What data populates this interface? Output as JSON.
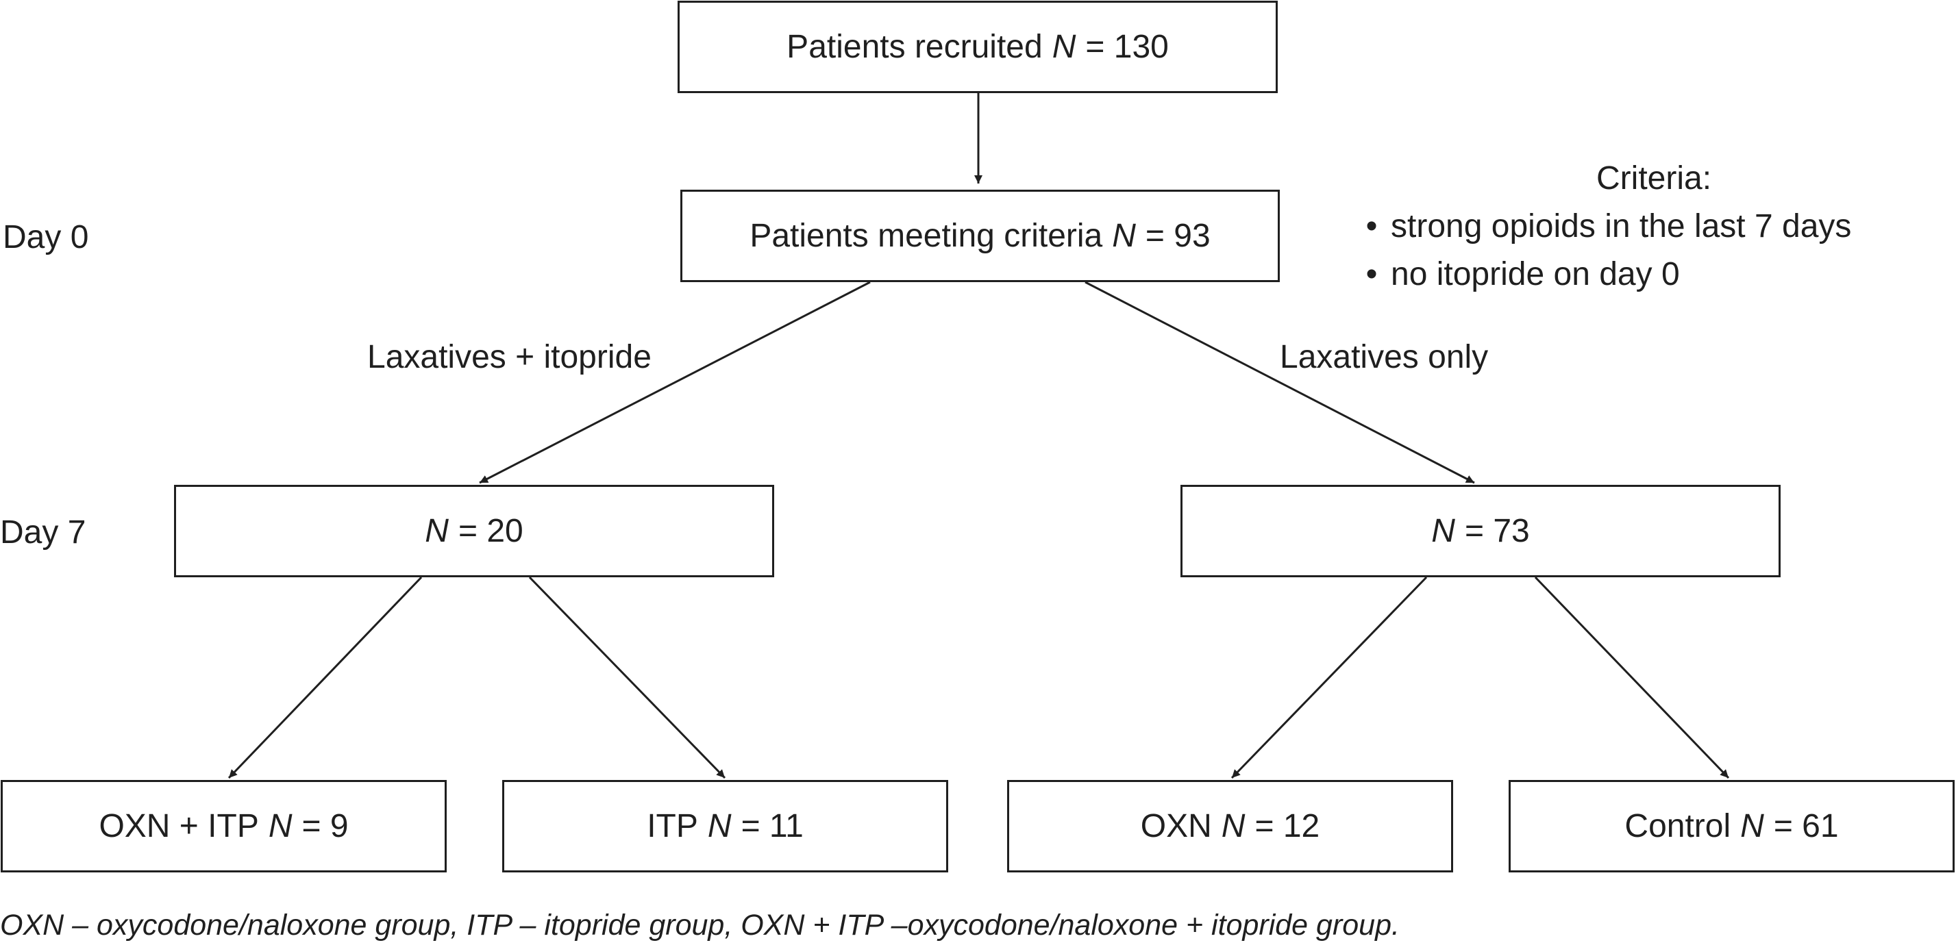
{
  "diagram": {
    "boxes": {
      "recruited": {
        "label": "Patients recruited",
        "n_label": "N",
        "value": "= 130"
      },
      "meeting": {
        "label": "Patients meeting criteria",
        "n_label": "N",
        "value": "= 93"
      },
      "itopride_arm": {
        "label": "",
        "n_label": "N",
        "value": "= 20"
      },
      "laxatives_arm": {
        "label": "",
        "n_label": "N",
        "value": "= 73"
      },
      "oxn_itp": {
        "label": "OXN + ITP",
        "n_label": "N",
        "value": "= 9"
      },
      "itp": {
        "label": "ITP",
        "n_label": "N",
        "value": "= 11"
      },
      "oxn": {
        "label": "OXN",
        "n_label": "N",
        "value": "= 12"
      },
      "control": {
        "label": "Control",
        "n_label": "N",
        "value": "= 61"
      }
    },
    "day_labels": {
      "day0": "Day 0",
      "day7": "Day 7"
    },
    "branch_labels": {
      "left": "Laxatives + itopride",
      "right": "Laxatives only"
    },
    "criteria": {
      "title": "Criteria:",
      "bullet_symbol": "•",
      "items": [
        "strong opioids in the last 7 days",
        "no itopride on day 0"
      ]
    },
    "footnote": "OXN – oxycodone/naloxone group, ITP – itopride group, OXN + ITP –oxycodone/naloxone + itopride group."
  }
}
